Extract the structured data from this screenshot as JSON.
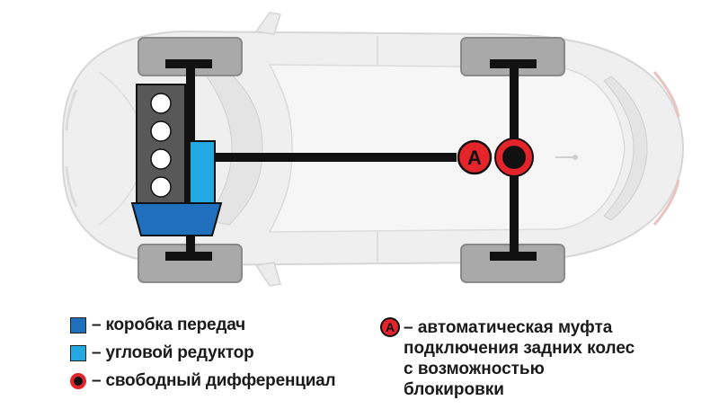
{
  "diagram": {
    "coupling_badge": "A"
  },
  "legend": {
    "gearbox": "– коробка передач",
    "angle_gear": "– угловой редуктор",
    "open_diff": "– свободный дифференциал",
    "coupling_symbol": "A",
    "coupling_lines": [
      "– автоматическая муфта",
      "подключения задних колес",
      "с возможностью",
      "блокировки"
    ]
  },
  "colors": {
    "gearbox": "#1f6fbd",
    "angle_gear": "#23a9e1",
    "differential_ring": "#e3242b",
    "shaft": "#111111",
    "car_body": "#eeeeee",
    "tire": "#a9a9a9"
  }
}
